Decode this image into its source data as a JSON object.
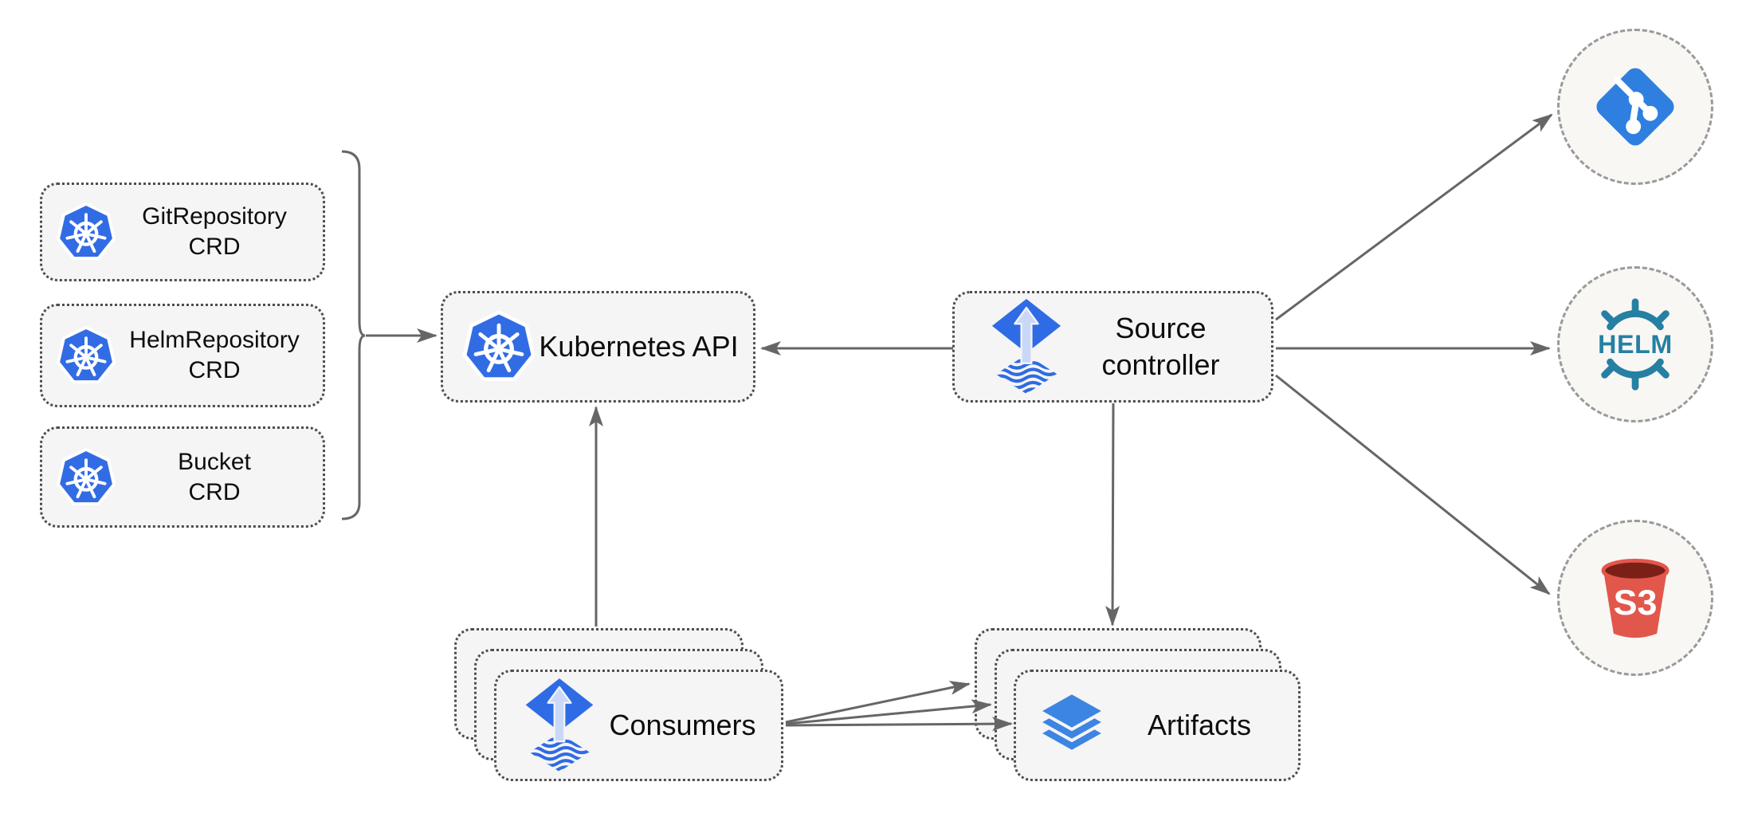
{
  "diagram": {
    "nodes": {
      "crds": [
        {
          "line1": "GitRepository",
          "line2": "CRD",
          "icon": "kubernetes-icon"
        },
        {
          "line1": "HelmRepository",
          "line2": "CRD",
          "icon": "kubernetes-icon"
        },
        {
          "line1": "Bucket",
          "line2": "CRD",
          "icon": "kubernetes-icon"
        }
      ],
      "kubernetes_api": {
        "label": "Kubernetes API",
        "icon": "kubernetes-icon"
      },
      "source_controller": {
        "line1": "Source",
        "line2": "controller",
        "icon": "flux-icon"
      },
      "consumers": {
        "label": "Consumers",
        "icon": "flux-icon",
        "stack_count": 3
      },
      "artifacts": {
        "label": "Artifacts",
        "icon": "layers-icon",
        "stack_count": 3
      },
      "endpoints": [
        {
          "name": "git",
          "icon": "git-icon",
          "label": ""
        },
        {
          "name": "helm",
          "icon": "helm-icon",
          "label": "HELM"
        },
        {
          "name": "s3",
          "icon": "s3-bucket-icon",
          "label": "S3"
        }
      ]
    },
    "edges": [
      {
        "from": "crd-group-brace",
        "to": "kubernetes-api"
      },
      {
        "from": "source-controller",
        "to": "kubernetes-api"
      },
      {
        "from": "consumers",
        "to": "kubernetes-api"
      },
      {
        "from": "source-controller",
        "to": "artifacts"
      },
      {
        "from": "consumers",
        "to": "artifacts",
        "count": 3
      },
      {
        "from": "source-controller",
        "to": "git"
      },
      {
        "from": "source-controller",
        "to": "helm"
      },
      {
        "from": "source-controller",
        "to": "s3"
      }
    ],
    "colors": {
      "node_fill": "#f5f5f5",
      "node_border": "#4e4e4e",
      "arrow": "#666666",
      "kubernetes_blue": "#326ce5",
      "flux_blue": "#2f6be4",
      "flux_arrow_light": "#c9d8f8",
      "layers_blue": "#3d85e2",
      "git_blue": "#2e7fe0",
      "helm_teal": "#2580a3",
      "s3_red": "#e2574c",
      "s3_dark_red": "#7b2016",
      "circle_fill": "#f8f7f4",
      "circle_border": "#9a9a9a"
    }
  }
}
